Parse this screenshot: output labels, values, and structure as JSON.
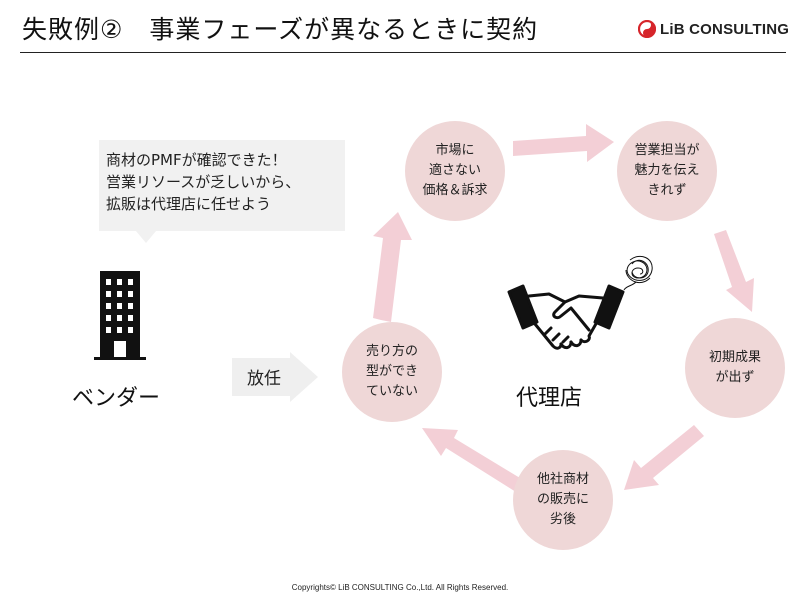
{
  "header": {
    "title": "失敗例②　事業フェーズが異なるときに契約",
    "logo_text": "LiB CONSULTING"
  },
  "speech_bubble": {
    "lines": [
      "商材のPMFが確認できた！",
      "営業リソースが乏しいから、",
      "拡販は代理店に任せよう"
    ]
  },
  "vendor": {
    "label": "ベンダー"
  },
  "handoff": {
    "label": "放任"
  },
  "agent": {
    "label": "代理店"
  },
  "cycle_steps": [
    {
      "text": "市場に\n適さない\n価格＆訴求"
    },
    {
      "text": "営業担当が\n魅力を伝え\nきれず"
    },
    {
      "text": "初期成果\nが出ず"
    },
    {
      "text": "他社商材\nの販売に\n劣後"
    },
    {
      "text": "売り方の\n型ができ\nていない"
    }
  ],
  "colors": {
    "circle_fill": "#efd7d7",
    "arrow_fill": "#f3cfd6",
    "logo_red": "#d6252b",
    "bubble": "#f1f1f1"
  },
  "footer": {
    "copyright": "Copyrights© LiB CONSULTING Co.,Ltd.  All Rights Reserved."
  }
}
